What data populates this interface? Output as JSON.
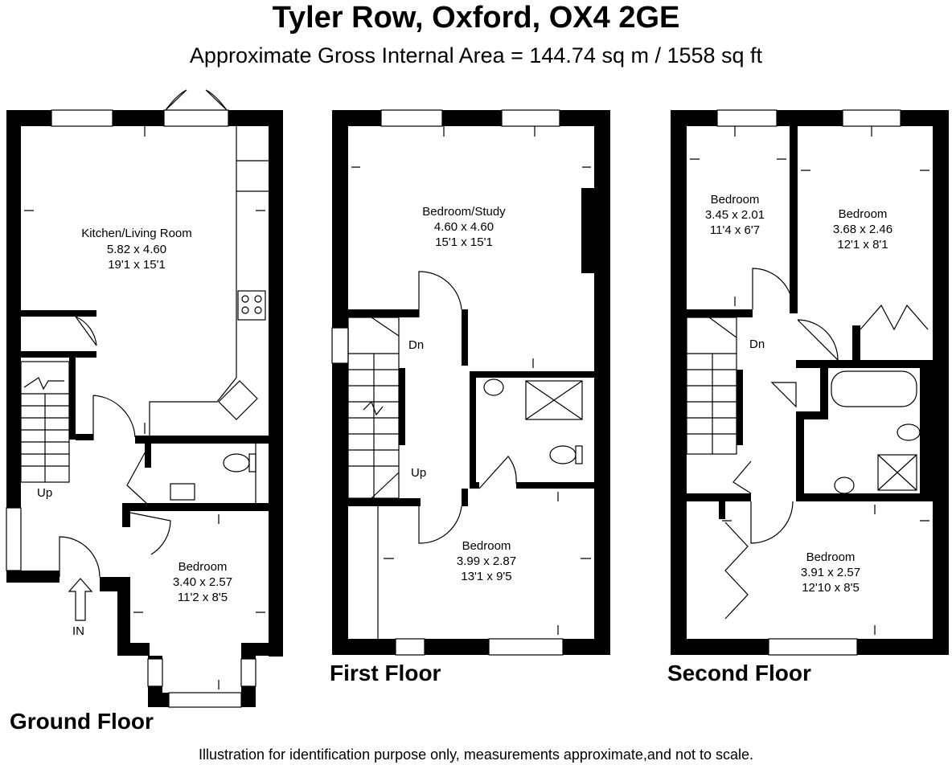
{
  "header": {
    "title": "Tyler Row, Oxford, OX4 2GE",
    "subtitle": "Approximate Gross Internal Area = 144.74 sq m / 1558 sq ft"
  },
  "floors": {
    "ground": {
      "label": "Ground Floor",
      "rooms": [
        {
          "name": "Kitchen/Living Room",
          "metric": "5.82 x 4.60",
          "imperial": "19'1 x 15'1"
        },
        {
          "name": "Bedroom",
          "metric": "3.40 x 2.57",
          "imperial": "11'2 x 8'5"
        }
      ],
      "notes": {
        "up": "Up",
        "in": "IN"
      }
    },
    "first": {
      "label": "First Floor",
      "rooms": [
        {
          "name": "Bedroom/Study",
          "metric": "4.60 x 4.60",
          "imperial": "15'1 x 15'1"
        },
        {
          "name": "Bedroom",
          "metric": "3.99 x 2.87",
          "imperial": "13'1 x 9'5"
        }
      ],
      "notes": {
        "dn": "Dn",
        "up": "Up"
      }
    },
    "second": {
      "label": "Second Floor",
      "rooms": [
        {
          "name": "Bedroom",
          "metric": "3.45 x 2.01",
          "imperial": "11'4 x 6'7"
        },
        {
          "name": "Bedroom",
          "metric": "3.68 x 2.46",
          "imperial": "12'1 x 8'1"
        },
        {
          "name": "Bedroom",
          "metric": "3.91 x 2.57",
          "imperial": "12'10 x 8'5"
        }
      ],
      "notes": {
        "dn": "Dn"
      }
    }
  },
  "footer": {
    "disclaimer": "Illustration for identification purpose only, measurements approximate,and not to scale."
  },
  "colors": {
    "walls": "#000000",
    "background": "#ffffff"
  }
}
